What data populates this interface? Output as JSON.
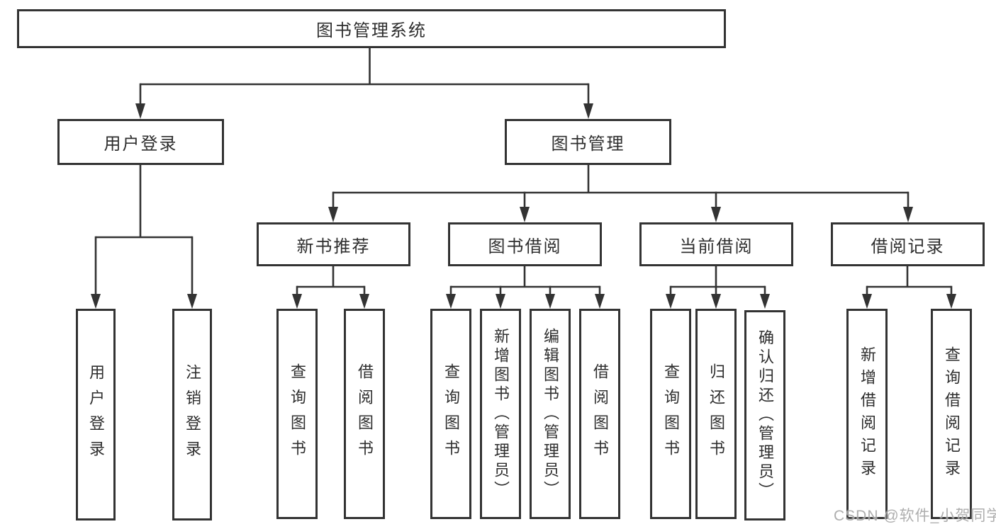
{
  "diagram": {
    "root": {
      "label": "图书管理系统"
    },
    "level2": [
      {
        "label": "用户登录"
      },
      {
        "label": "图书管理"
      }
    ],
    "level3": [
      {
        "label": "新书推荐"
      },
      {
        "label": "图书借阅"
      },
      {
        "label": "当前借阅"
      },
      {
        "label": "借阅记录"
      }
    ],
    "leaves": {
      "user_login": [
        "用户登录",
        "注销登录"
      ],
      "new_book": [
        "查询图书",
        "借阅图书"
      ],
      "book_borrow": [
        "查询图书",
        "新增图书（管理员）",
        "编辑图书（管理员）",
        "借阅图书"
      ],
      "current_borrow": [
        "查询图书",
        "归还图书",
        "确认归还（管理员）"
      ],
      "borrow_record": [
        "新增借阅记录",
        "查询借阅记录"
      ]
    },
    "colors": {
      "line": "#333333",
      "box_border": "#333333",
      "box_fill": "#ffffff",
      "text": "#2e2e2e",
      "background": "#ffffff",
      "watermark": "#a8a8a8"
    },
    "watermark": "CSDN @软件_小贺同学"
  }
}
